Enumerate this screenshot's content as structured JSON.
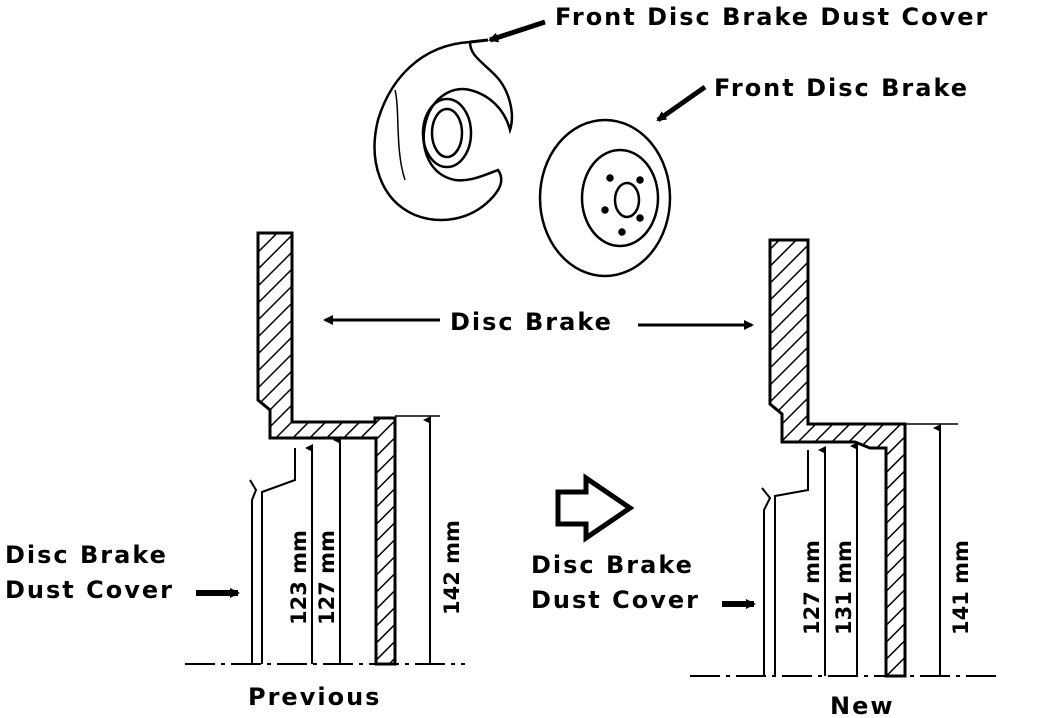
{
  "labels": {
    "dust_cover_part": "Front Disc Brake Dust Cover",
    "disc_part": "Front Disc Brake",
    "disc_brake": "Disc Brake",
    "dust_cover_line1": "Disc Brake",
    "dust_cover_line2": "Dust Cover",
    "dust_cover_new_line1": "Disc Brake",
    "dust_cover_new_line2": "Dust Cover",
    "previous": "Previous",
    "new": "New"
  },
  "dimensions": {
    "previous": [
      "123 mm",
      "127 mm",
      "142 mm"
    ],
    "new": [
      "127 mm",
      "131 mm",
      "141 mm"
    ]
  }
}
